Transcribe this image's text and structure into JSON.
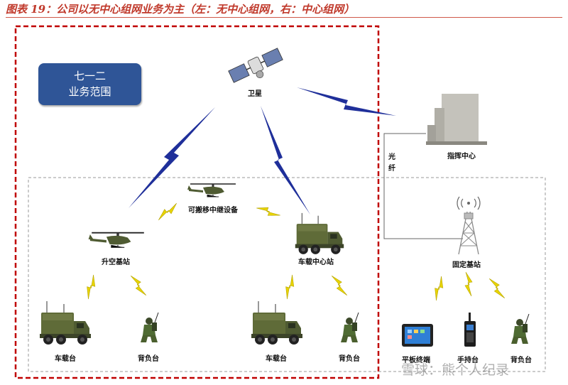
{
  "caption": "图表 19：公司以无中心组网业务为主（左：无中心组网，右：中心组网）",
  "badge": {
    "line1": "七一二",
    "line2": "业务范围"
  },
  "labels": {
    "satellite": "卫星",
    "command_center": "指挥中心",
    "fiber_line1": "光",
    "fiber_line2": "纤",
    "relay": "可搬移中继设备",
    "airborne_station": "升空基站",
    "vehicle_center_station": "车载中心站",
    "fixed_station": "固定基站",
    "vehicle_terminal_left": "车载台",
    "backpack_left": "背负台",
    "vehicle_terminal_right": "车载台",
    "backpack_right": "背负台",
    "tablet": "平板终端",
    "handheld": "手持台",
    "backpack_fixed": "背负台"
  },
  "watermark": "雪球：熊个人纪录",
  "colors": {
    "caption": "#c0392b",
    "dashed_red": "#c00000",
    "badge": "#2f5597",
    "link_blue": "#1f2f9a",
    "link_yellow": "#e8d400",
    "army_green": "#4f5b32"
  }
}
